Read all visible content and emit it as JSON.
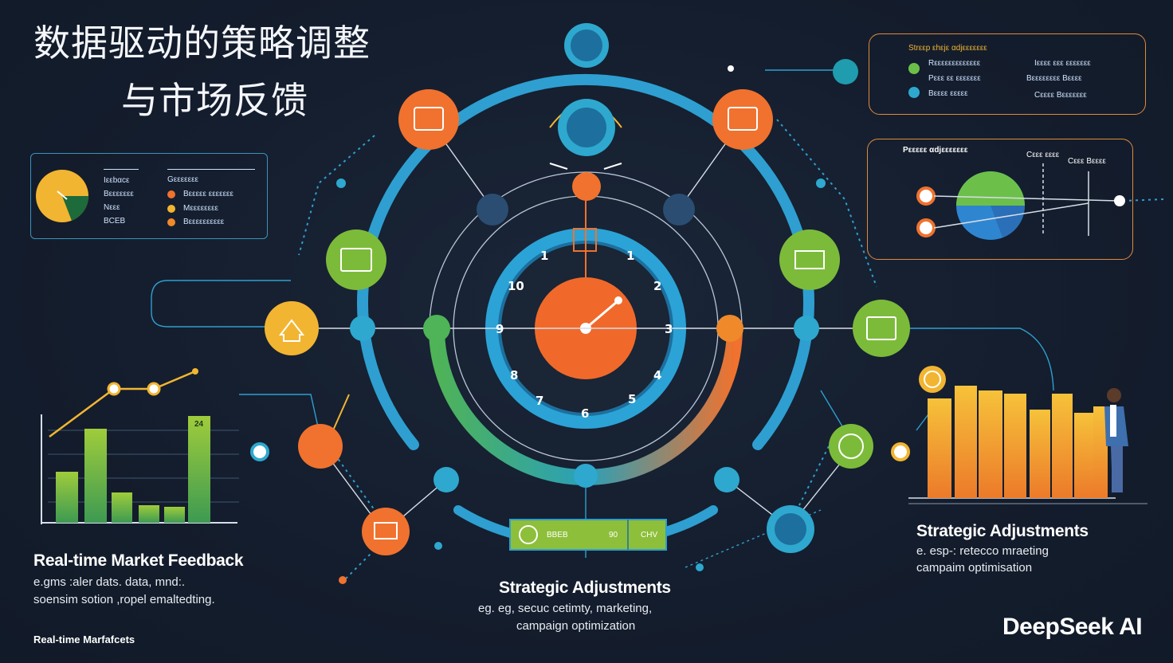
{
  "title": {
    "line1": "数据驱动的策略调整",
    "line2": "与市场反馈"
  },
  "clock": {
    "numbers": [
      "1",
      "1",
      "2",
      "3",
      "4",
      "5",
      "6",
      "7",
      "8",
      "9",
      "10"
    ]
  },
  "left_panel": {
    "col1": [
      "Ιεεbαcε",
      "Bεεεεεεε",
      "Νεεε",
      "ΒCΕΒ"
    ],
    "col2_title": "Gεεεεεεε",
    "col2": [
      "Βεεεεε εεεεεεε",
      "Μεεεεεεεε",
      "Βεεεεεεεεεε"
    ]
  },
  "top_right_panel": {
    "title": "Strεεp εhεjε αdjεεεεεεε",
    "rows_left": [
      "Rεεεεεεεεεεεεε",
      "Ρεεε εε εεεεεεε",
      "Βεεεε εεεεε"
    ],
    "rows_right": [
      "Ιεεεε εεε εεεεεεε",
      "Βεεεεεεεε Βεεεε",
      "Cεεεε Βεεεεεεε"
    ]
  },
  "mid_right_panel": {
    "title": "Ρεεεεε αdjεεεεεεε",
    "label1": "Cεεε εεεε",
    "label2": "Cεεε Βεεεε"
  },
  "bar_left": {
    "top_label": "24"
  },
  "bottom_strip": {
    "cells": [
      "ΒΒΕΒ",
      "90",
      "CHV"
    ]
  },
  "captions": {
    "left_heading": "Real-time Market Feedback",
    "left_sub1": "e.gms :aler dats. data, mnd:.",
    "left_sub2": "soensim sotion ,ropel emaltedting.",
    "center_heading": "Strategic Adjustments",
    "center_sub1": "eg. eg, secuc cetimty, marketing,",
    "center_sub2": "campaign optimization",
    "right_heading": "Strategic Adjustments",
    "right_sub1": "e. esp-: retecco mraeting",
    "right_sub2": "campaim optimisation",
    "footer_left": "Real-time Marfafcets",
    "brand": "DeepSeek AI"
  },
  "colors": {
    "background": "#141d2d",
    "ring_blue": "#2e9fd0",
    "orange": "#f0722e",
    "green": "#7cbb3a",
    "yellow": "#f2b531",
    "teal": "#1f9cae"
  }
}
